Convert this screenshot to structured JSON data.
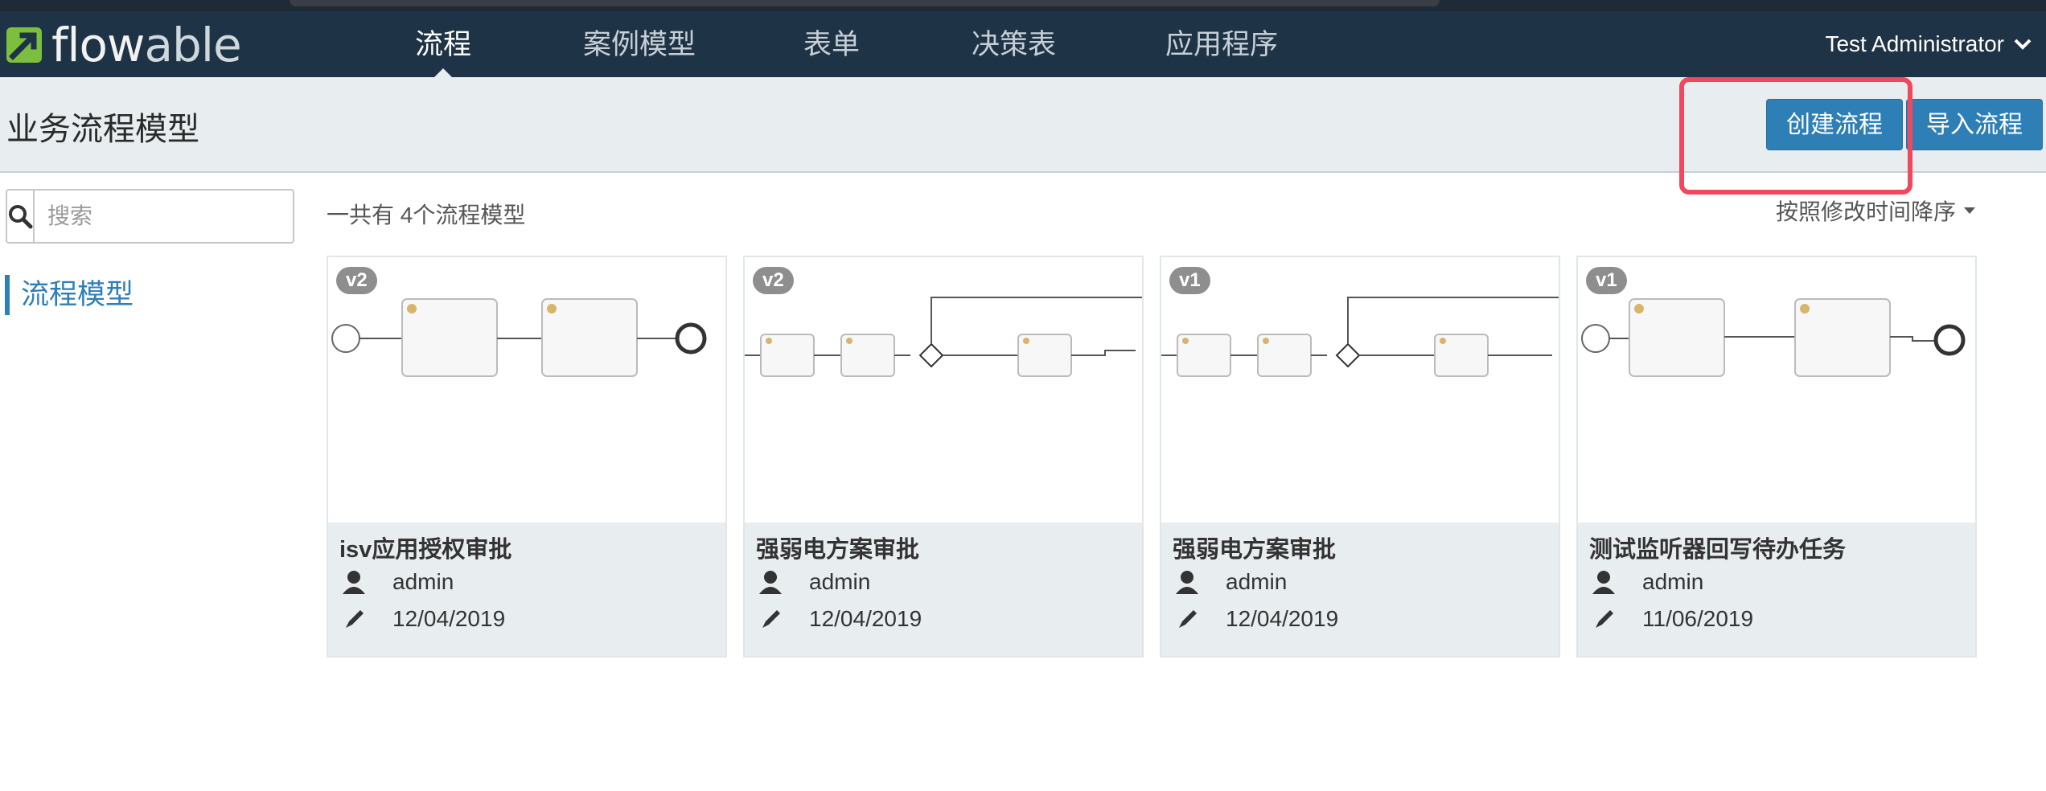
{
  "app": {
    "logo_text_main": "flow",
    "logo_text_accent": "able"
  },
  "nav": {
    "items": [
      {
        "label": "流程",
        "active": true
      },
      {
        "label": "案例模型",
        "active": false
      },
      {
        "label": "表单",
        "active": false
      },
      {
        "label": "决策表",
        "active": false
      },
      {
        "label": "应用程序",
        "active": false
      }
    ],
    "user": "Test Administrator"
  },
  "header": {
    "title": "业务流程模型",
    "create_button": "创建流程",
    "import_button": "导入流程"
  },
  "sidebar": {
    "search_placeholder": "搜索",
    "items": [
      {
        "label": "流程模型",
        "active": true
      }
    ]
  },
  "main": {
    "count_text": "一共有 4个流程模型",
    "sort_label": "按照修改时间降序",
    "cards": [
      {
        "version": "v2",
        "title": "isv应用授权审批",
        "author": "admin",
        "modified": "12/04/2019"
      },
      {
        "version": "v2",
        "title": "强弱电方案审批",
        "author": "admin",
        "modified": "12/04/2019"
      },
      {
        "version": "v1",
        "title": "强弱电方案审批",
        "author": "admin",
        "modified": "12/04/2019"
      },
      {
        "version": "v1",
        "title": "测试监听器回写待办任务",
        "author": "admin",
        "modified": "11/06/2019"
      }
    ]
  },
  "colors": {
    "navbar": "#1f3346",
    "accent": "#2f7fb7",
    "logo_green": "#7cbf3f",
    "highlight": "#f0485c"
  },
  "icons": {
    "search": "search-icon",
    "user": "user-icon",
    "edit": "pencil-icon",
    "dropdown": "chevron-down-icon"
  }
}
